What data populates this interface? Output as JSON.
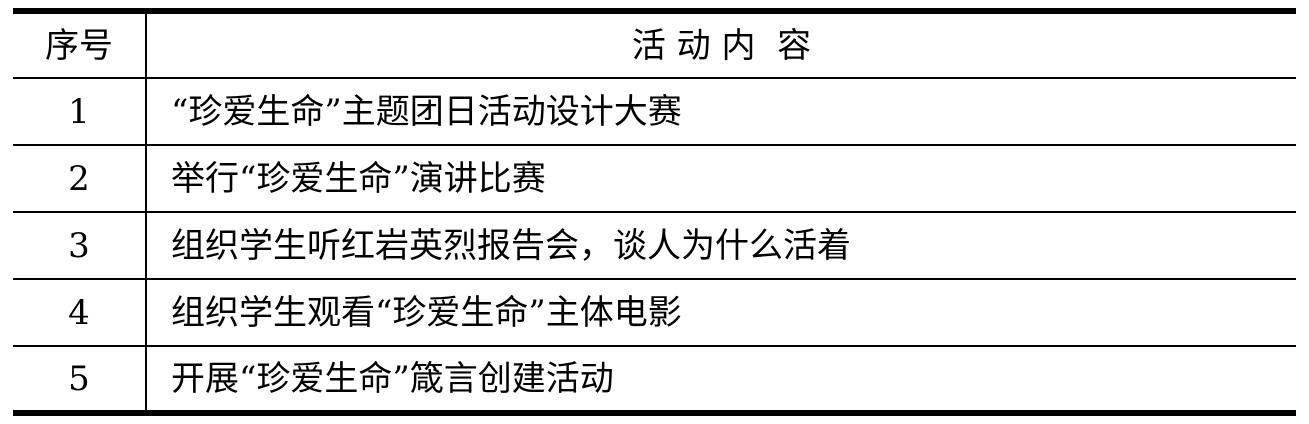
{
  "table": {
    "headers": {
      "number": "序号",
      "content": "活 动 内  容"
    },
    "rows": [
      {
        "number": "1",
        "content": "“珍爱生命”主题团日活动设计大赛"
      },
      {
        "number": "2",
        "content": "举行“珍爱生命”演讲比赛"
      },
      {
        "number": "3",
        "content": "组织学生听红岩英烈报告会，谈人为什么活着"
      },
      {
        "number": "4",
        "content": "组织学生观看“珍爱生命”主体电影"
      },
      {
        "number": "5",
        "content": "开展“珍爱生命”箴言创建活动"
      }
    ]
  }
}
